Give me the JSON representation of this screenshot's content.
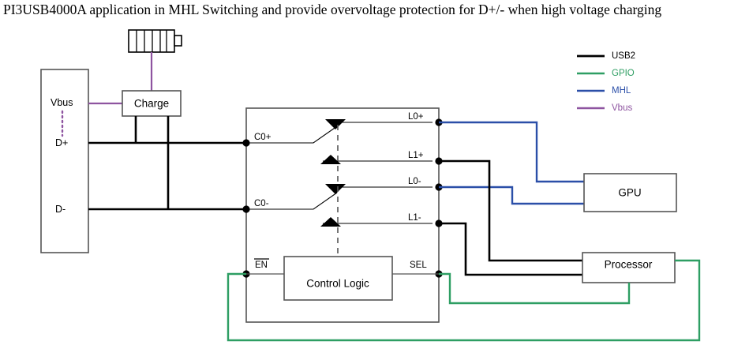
{
  "title": "PI3USB4000A application in MHL Switching and provide overvoltage protection for D+/- when high voltage charging",
  "colors": {
    "usb2": "#000000",
    "gpio": "#2e9e63",
    "mhl": "#2b4fa8",
    "vbus": "#8e54a0",
    "box_stroke": "#555555",
    "background": "#ffffff"
  },
  "legend": {
    "items": [
      {
        "label": "USB2",
        "color": "#000000"
      },
      {
        "label": "GPIO",
        "color": "#2e9e63"
      },
      {
        "label": "MHL",
        "color": "#2b4fa8"
      },
      {
        "label": "Vbus",
        "color": "#8e54a0"
      }
    ]
  },
  "blocks": {
    "connector": {
      "pins": [
        "Vbus",
        "D+",
        "D-"
      ]
    },
    "charge": {
      "label": "Charge"
    },
    "battery": {
      "name": "battery-icon",
      "cells": 5
    },
    "ic": {
      "left_pins": [
        "C0+",
        "C0-"
      ],
      "right_pins": [
        "L0+",
        "L1+",
        "L0-",
        "L1-"
      ],
      "control_pins": {
        "enable": "EN",
        "select": "SEL"
      },
      "control_logic_label": "Control Logic"
    },
    "gpu": {
      "label": "GPU"
    },
    "processor": {
      "label": "Processor"
    }
  },
  "nets": [
    {
      "name": "vbus-charge",
      "signal": "Vbus",
      "color": "#8e54a0"
    },
    {
      "name": "battery-charge",
      "signal": "Vbus",
      "color": "#8e54a0"
    },
    {
      "name": "dplus-c0plus",
      "signal": "USB2",
      "color": "#000000"
    },
    {
      "name": "dminus-c0minus",
      "signal": "USB2",
      "color": "#000000"
    },
    {
      "name": "l0plus-gpu",
      "signal": "MHL",
      "color": "#2b4fa8"
    },
    {
      "name": "l0minus-gpu",
      "signal": "MHL",
      "color": "#2b4fa8"
    },
    {
      "name": "l1plus-processor",
      "signal": "USB2",
      "color": "#000000"
    },
    {
      "name": "l1minus-processor",
      "signal": "USB2",
      "color": "#000000"
    },
    {
      "name": "en-processor",
      "signal": "GPIO",
      "color": "#2e9e63"
    },
    {
      "name": "sel-processor",
      "signal": "GPIO",
      "color": "#2e9e63"
    }
  ]
}
